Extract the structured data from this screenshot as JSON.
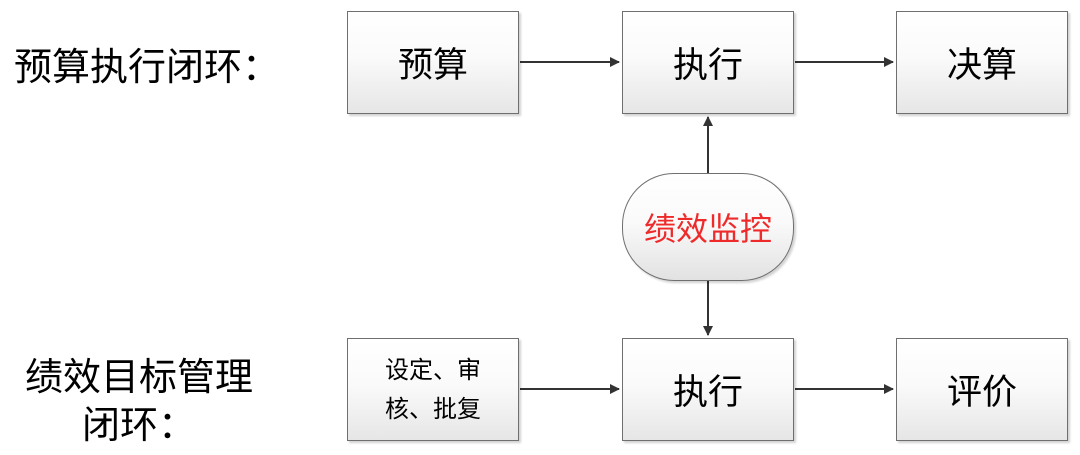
{
  "labels": {
    "top_row": "预算执行闭环：",
    "bottom_row_line1": "绩效目标管理",
    "bottom_row_line2": "闭环："
  },
  "top_row": {
    "budget": "预算",
    "execute": "执行",
    "final_accounts": "决算"
  },
  "center": {
    "monitor": "绩效监控",
    "monitor_color": "#ee2a2a"
  },
  "bottom_row": {
    "set_review_approve": "设定、审\n核、批复",
    "execute": "执行",
    "evaluate": "评价"
  }
}
